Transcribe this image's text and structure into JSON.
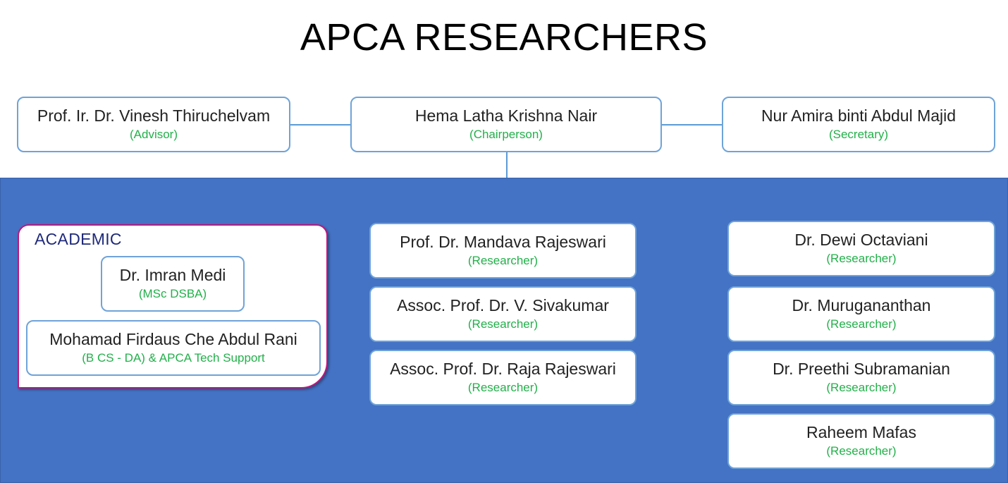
{
  "title": "APCA RESEARCHERS",
  "colors": {
    "panel": "#4472c4",
    "border": "#6fa3d8",
    "role_text": "#22b04a",
    "academic_border": "#b8197f"
  },
  "top_row": [
    {
      "name": "Prof. Ir. Dr. Vinesh Thiruchelvam",
      "role": "(Advisor)"
    },
    {
      "name": "Hema Latha Krishna Nair",
      "role": "(Chairperson)"
    },
    {
      "name": "Nur Amira binti Abdul Majid",
      "role": "(Secretary)"
    }
  ],
  "academic": {
    "label": "ACADEMIC",
    "members": [
      {
        "name": "Dr. Imran Medi",
        "role": "(MSc DSBA)"
      },
      {
        "name": "Mohamad Firdaus Che Abdul Rani",
        "role": "(B CS - DA) & APCA Tech Support"
      }
    ]
  },
  "middle_column": [
    {
      "name": "Prof. Dr. Mandava Rajeswari",
      "role": "(Researcher)"
    },
    {
      "name": "Assoc. Prof. Dr. V. Sivakumar",
      "role": "(Researcher)"
    },
    {
      "name": "Assoc. Prof. Dr. Raja Rajeswari",
      "role": "(Researcher)"
    }
  ],
  "right_column": [
    {
      "name": "Dr. Dewi Octaviani",
      "role": "(Researcher)"
    },
    {
      "name": "Dr. Murugananthan",
      "role": "(Researcher)"
    },
    {
      "name": "Dr. Preethi Subramanian",
      "role": "(Researcher)"
    },
    {
      "name": "Raheem Mafas",
      "role": "(Researcher)"
    }
  ]
}
